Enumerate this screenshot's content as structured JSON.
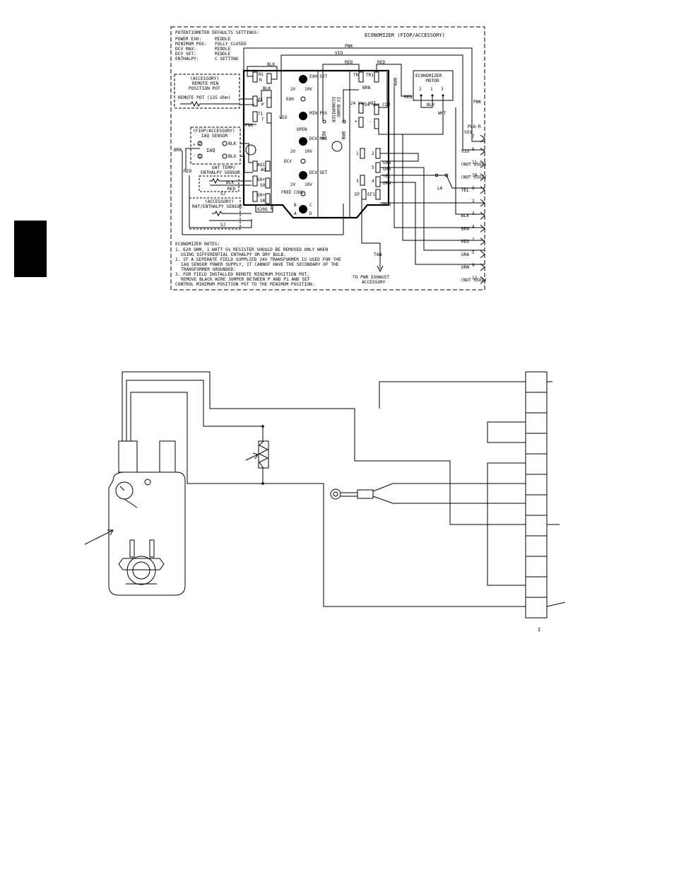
{
  "diagram_title": "ECONOMIZER (FIOP/ACCESSORY)",
  "defaults": {
    "heading": "POTENTIOMETER DEFAULTS SETTINGS:",
    "rows": [
      {
        "name": "POWER EXH:",
        "value": "MIDDLE"
      },
      {
        "name": "MINIMUM POS:",
        "value": "FULLY CLOSED"
      },
      {
        "name": "DCV MAX:",
        "value": "MIDDLE"
      },
      {
        "name": "DCV SET:",
        "value": "MIDDLE"
      },
      {
        "name": "ENTHALPY:",
        "value": "C SETTING"
      }
    ]
  },
  "remote_pot": {
    "title1": "(ACCESSORY)",
    "title2": "REMOTE MIN",
    "title3": "POSITION POT",
    "label": "REMOTE POT (135 Ohm)"
  },
  "iaq": {
    "title1": "(FIOP/ACCESSORY)",
    "title2": "IAQ SENSOR",
    "center": "IAQ",
    "t1": "1",
    "t2": "2",
    "tplus": "+",
    "tminus": "-"
  },
  "oat": {
    "title1": "OAT TEMP/",
    "title2": "ENTHALPY SENSOR",
    "sj": "SJ"
  },
  "rat": {
    "title1": "(ACCESSORY)",
    "title2": "RAT/ENTHALPY SENSOR",
    "sj": "SJ"
  },
  "board": {
    "label1": "ECONOMISER",
    "label2": "IV BOARD",
    "left_terminals": [
      "N1",
      "N",
      "P1",
      "P",
      "T1",
      "T",
      "AQ1",
      "AQ",
      "SO+",
      "SO",
      "SR+",
      "SR"
    ],
    "resistor": "620Ω",
    "pots": [
      "EXH SET",
      "MIN POS",
      "DCV MAX",
      "DCV SET"
    ],
    "leds": [
      "EXH",
      "OPEN",
      "DCV",
      "FREE COOL"
    ],
    "v2": "2V",
    "v10": "10V",
    "abcd": [
      "A",
      "B",
      "C",
      "D"
    ],
    "right_terminals": [
      "TR",
      "TR1",
      "24 Vac HOT",
      "24 Vac COM",
      "+",
      "-",
      "1",
      "2",
      "5",
      "3",
      "4",
      "EF",
      "EF1"
    ]
  },
  "motor": {
    "title1": "ECONOMIZER",
    "title2": "MOTOR",
    "pins": [
      "2",
      "1",
      "3"
    ]
  },
  "wires": {
    "pnk": "PNK",
    "vio": "VIO",
    "blk": "BLK",
    "red": "RED",
    "brn": "BRN",
    "blu": "BLU",
    "wht": "WHT",
    "gra": "GRA",
    "yel": "YEL",
    "orn": "ORN",
    "tan": "TAN"
  },
  "connector": {
    "name": "PL6-R",
    "pins": [
      {
        "n": "7",
        "label": ""
      },
      {
        "n": "6",
        "label": "VIO"
      },
      {
        "n": "11",
        "label": "(NOT USED)"
      },
      {
        "n": "10",
        "label": "(NOT USED)"
      },
      {
        "n": "8",
        "label": "YEL"
      },
      {
        "n": "2",
        "label": ""
      },
      {
        "n": "3",
        "label": "BLK"
      },
      {
        "n": "4",
        "label": "BRN"
      },
      {
        "n": "1",
        "label": "RED"
      },
      {
        "n": "5",
        "label": "GRA"
      },
      {
        "n": "9",
        "label": "ORN"
      },
      {
        "n": "12",
        "label": "(NOT USED)"
      }
    ]
  },
  "la": "LA",
  "pwr_exhaust1": "TO PWR EXHAUST",
  "pwr_exhaust2": "ACCESSORY",
  "notes": {
    "heading": "ECONOMIZER NOTES:",
    "lines": [
      "1. 620 OHM, 1 WATT 5% RESISTER SHOULD BE REMOVED ONLY WHEN",
      "USING DIFFERENTIAL ENTHALPY OR DRY BULB.",
      "2. IF A SEPERATE FIELD SUPPLIED 24V TRANSFORMER IS USED FOR THE",
      "IAQ SENSOR POWER SUPPLY, IT CANNOT HAVE THE SECONDARY OF THE",
      "TRANSFORMER GROUNDED.",
      "3. FOR FIELD INSTALLED REMOTE MINIMUM POSITION POT,",
      "REMOVE BLACK WIRE JUMPER BETWEEN P AND P1 AND SET",
      "CONTROL MINIMUM POSITION POT TO THE MINIMUM POSITION."
    ]
  },
  "lower_pins": [
    "",
    "",
    "",
    "",
    "",
    "",
    "",
    "",
    "",
    "",
    "",
    ""
  ],
  "lower_marker": "I"
}
